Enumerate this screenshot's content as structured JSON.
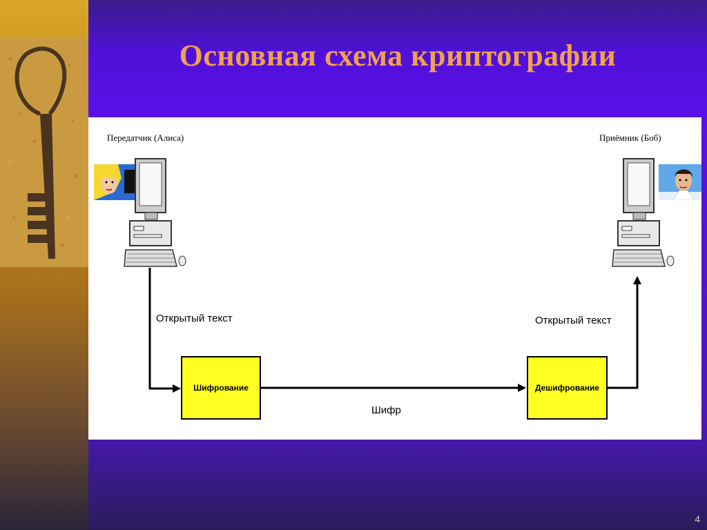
{
  "slide": {
    "title": "Основная схема криптографии",
    "page_number": "4"
  },
  "diagram": {
    "sender_label": "Передатчик (Алиса)",
    "receiver_label": "Приёмник (Боб)",
    "plaintext_left": "Открытый текст",
    "plaintext_right": "Открытый текст",
    "encrypt_box": "Шифрование",
    "decrypt_box": "Дешифрование",
    "cipher_label": "Шифр"
  },
  "colors": {
    "title": "#f0a050",
    "box_fill": "#ffff22",
    "background": "#5010d8"
  },
  "icons": [
    "key-photo",
    "alice-avatar",
    "bob-avatar",
    "computer-icon"
  ]
}
